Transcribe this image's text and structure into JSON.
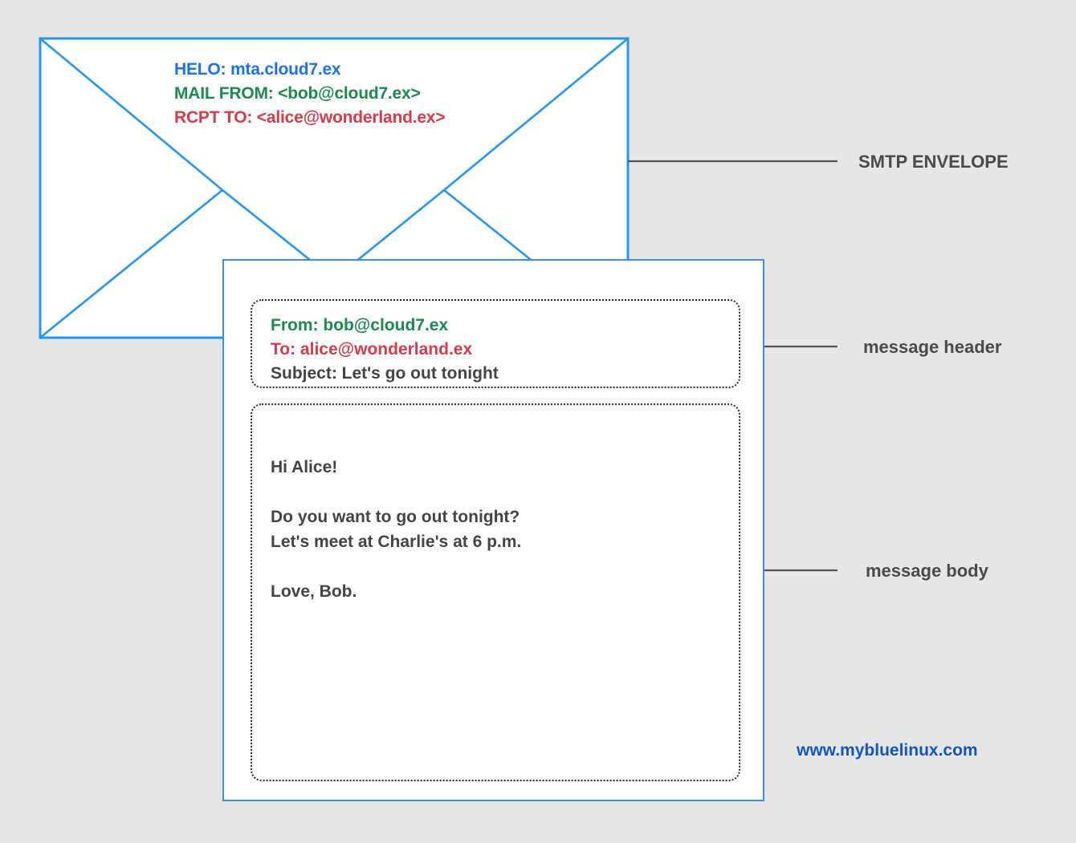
{
  "diagram": {
    "background_color": "#e6e6e6",
    "title_implicit": "SMTP envelope vs. message header and body"
  },
  "envelope": {
    "name": "smtp-envelope",
    "border_color": "#2196f3",
    "fill_color": "#ffffff",
    "lines": [
      {
        "id": "helo",
        "text": "HELO: mta.cloud7.ex",
        "color": "#1a73e8"
      },
      {
        "id": "mail_from",
        "text": "MAIL FROM: <bob@cloud7.ex>",
        "color": "#1b8a4f"
      },
      {
        "id": "rcpt_to",
        "text": "RCPT TO: <alice@wonderland.ex>",
        "color": "#d93a4a"
      }
    ]
  },
  "message_card": {
    "border_color": "#3b8fe8",
    "header": {
      "lines": [
        {
          "id": "from",
          "text": "From: bob@cloud7.ex",
          "color": "#1b8a4f"
        },
        {
          "id": "to",
          "text": "To: alice@wonderland.ex",
          "color": "#d93a4a"
        },
        {
          "id": "subject",
          "text": "Subject: Let's go out tonight",
          "color": "#444444"
        }
      ]
    },
    "body": {
      "text": "Hi Alice!\n\nDo you want to go out tonight?\nLet's meet at Charlie's at 6 p.m.\n\nLove, Bob.",
      "color": "#444444"
    }
  },
  "annotations": {
    "leader_line_color": "#555555",
    "items": [
      {
        "id": "smtp_envelope",
        "label": "SMTP ENVELOPE"
      },
      {
        "id": "message_header",
        "label": "message header"
      },
      {
        "id": "message_body",
        "label": "message body"
      }
    ]
  },
  "watermark": {
    "url": "www.mybluelinux.com",
    "color": "#1355c0"
  }
}
